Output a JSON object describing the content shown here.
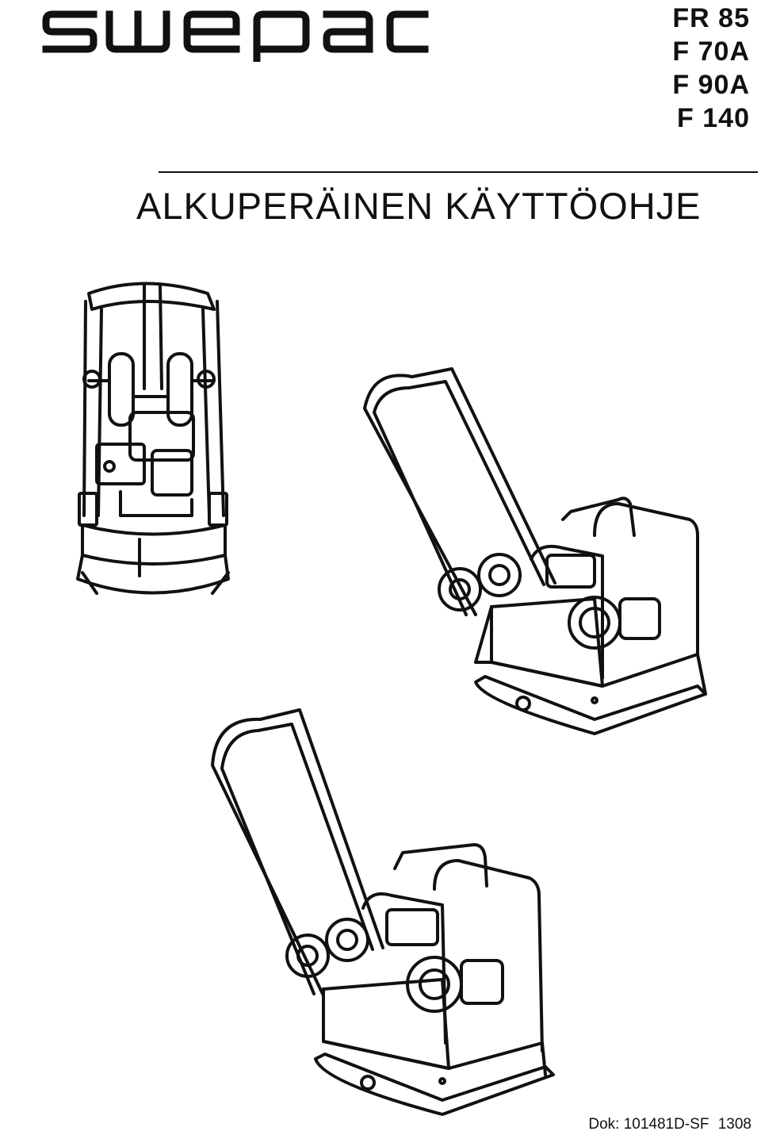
{
  "header": {
    "brand_logo": "swepac",
    "models": [
      "FR 85",
      "F 70A",
      "F 90A",
      "F 140"
    ]
  },
  "title": "ALKUPERÄINEN KÄYTTÖOHJE",
  "illustrations": [
    {
      "icon": "plate-compactor-front-view"
    },
    {
      "icon": "plate-compactor-side-view"
    },
    {
      "icon": "plate-compactor-side-view"
    }
  ],
  "footer": {
    "doc_label": "Dok:",
    "doc_number": "101481D-SF",
    "doc_date": "1308"
  }
}
